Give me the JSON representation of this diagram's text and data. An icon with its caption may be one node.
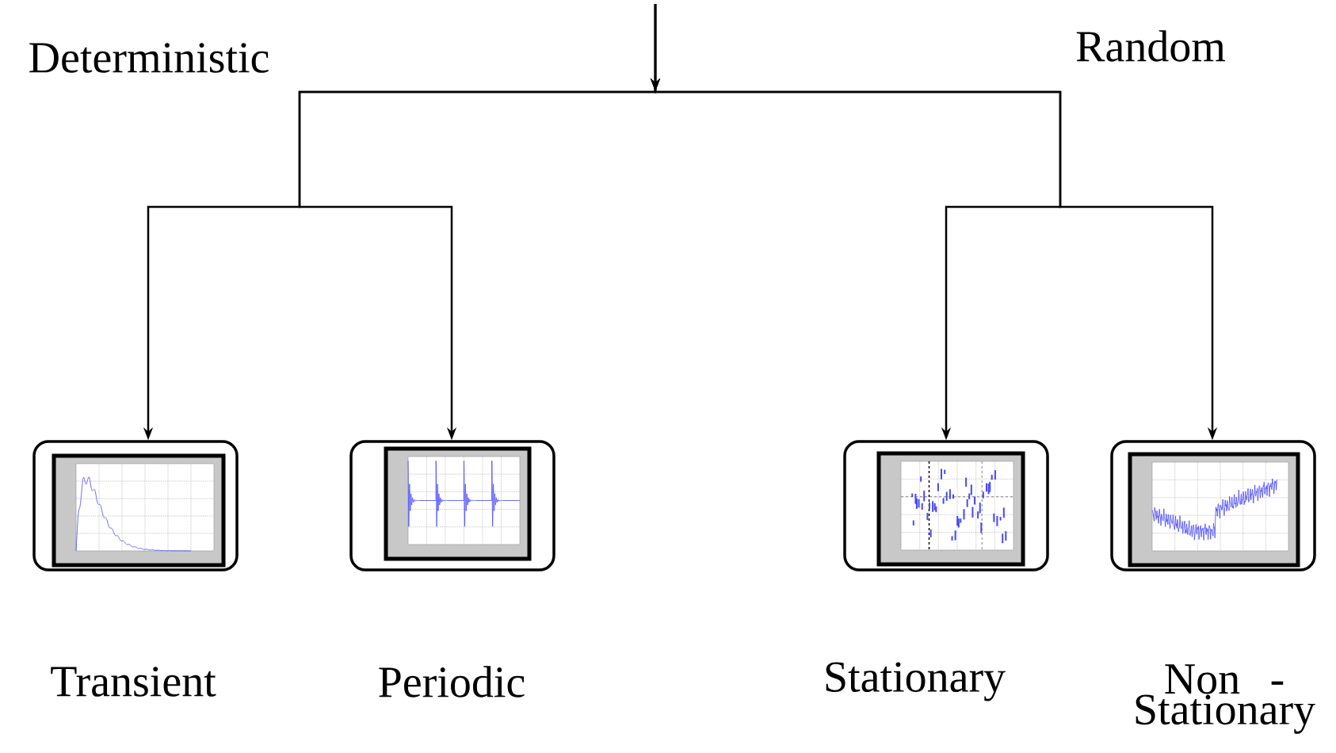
{
  "diagram": {
    "nodes": [
      {
        "text": [
          "Transient"
        ]
      },
      {
        "text": [
          "Periodic"
        ]
      },
      {
        "text": [
          "Stationary"
        ]
      },
      {
        "text": [
          "Non - Stationary"
        ]
      }
    ],
    "edges": [
      {
        "from": null,
        "to": 0,
        "arrow": "to"
      },
      {
        "from": null,
        "to": 1,
        "arrow": "to"
      },
      {
        "from": null,
        "to": 2,
        "arrow": "to"
      },
      {
        "from": null,
        "to": 3,
        "arrow": "to"
      }
    ],
    "labels": [
      "Deterministic",
      "Random"
    ]
  }
}
